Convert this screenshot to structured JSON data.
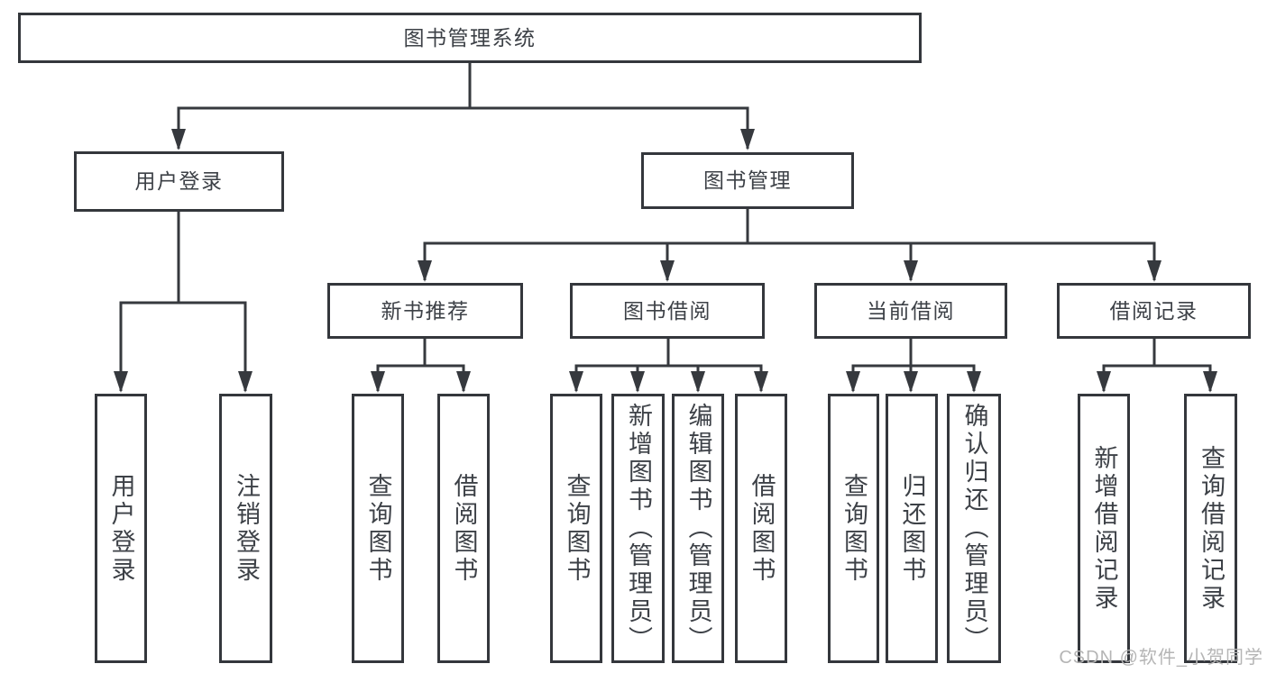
{
  "tree": {
    "label": "图书管理系统",
    "children": [
      {
        "label": "用户登录",
        "children": [
          {
            "label": "用户登录"
          },
          {
            "label": "注销登录"
          }
        ]
      },
      {
        "label": "图书管理",
        "children": [
          {
            "label": "新书推荐",
            "children": [
              {
                "label": "查询图书"
              },
              {
                "label": "借阅图书"
              }
            ]
          },
          {
            "label": "图书借阅",
            "children": [
              {
                "label": "查询图书"
              },
              {
                "label": "新增图书（管理员）"
              },
              {
                "label": "编辑图书（管理员）"
              },
              {
                "label": "借阅图书"
              }
            ]
          },
          {
            "label": "当前借阅",
            "children": [
              {
                "label": "查询图书"
              },
              {
                "label": "归还图书"
              },
              {
                "label": "确认归还（管理员）"
              }
            ]
          },
          {
            "label": "借阅记录",
            "children": [
              {
                "label": "新增借阅记录"
              },
              {
                "label": "查询借阅记录"
              }
            ]
          }
        ]
      }
    ]
  },
  "watermark": {
    "text": "CSDN @软件_小贺同学"
  },
  "colors": {
    "line": "#36393e",
    "box_border": "#34373c",
    "box_fill": "#ffffff",
    "text": "#3d4147",
    "watermark": "#b5b5b5",
    "background": "#ffffff"
  }
}
